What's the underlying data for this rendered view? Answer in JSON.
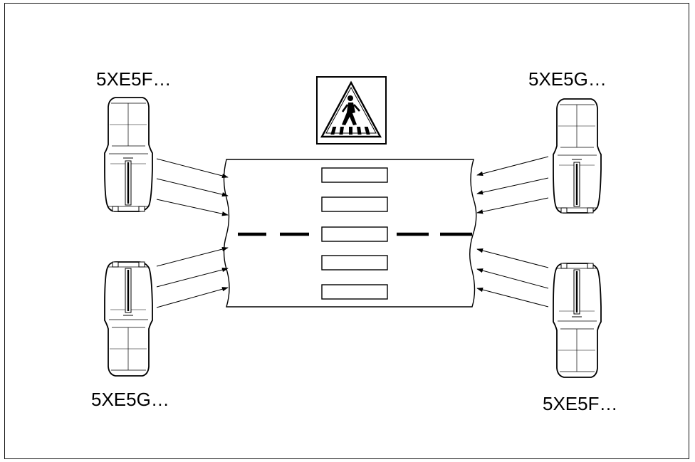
{
  "labels": {
    "top_left": "5XE5F…",
    "top_right": "5XE5G…",
    "bottom_left": "5XE5G…",
    "bottom_right": "5XE5F…"
  },
  "sign": {
    "icon": "pedestrian-crossing-icon"
  },
  "colors": {
    "line": "#000000",
    "background": "#ffffff"
  }
}
